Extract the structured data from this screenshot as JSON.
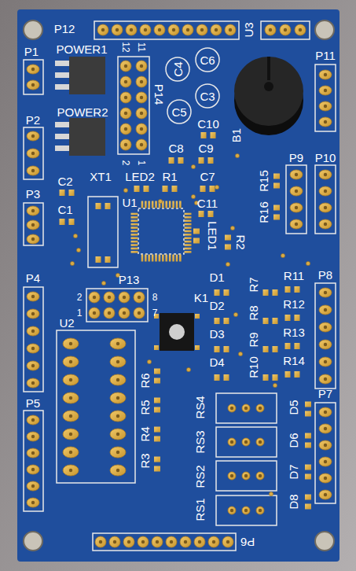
{
  "diagram": {
    "labels": [
      "P12",
      "U3",
      "P1",
      "POWER1",
      "12",
      "11",
      "P14",
      "C4",
      "C6",
      "P11",
      "C3",
      "B1",
      "C5",
      "P2",
      "POWER2",
      "C10",
      "2",
      "1",
      "C8",
      "C9",
      "P9",
      "P10",
      "XT1",
      "LED2",
      "R1",
      "C7",
      "R15",
      "C2",
      "C1",
      "P3",
      "U1",
      "C11",
      "R16",
      "LED1",
      "R2",
      "P4",
      "P13",
      "2",
      "8",
      "1",
      "7",
      "K1",
      "D1",
      "R7",
      "R11",
      "P8",
      "D2",
      "R8",
      "R12",
      "D3",
      "R9",
      "R13",
      "U2",
      "D4",
      "R10",
      "R14",
      "R6",
      "RS4",
      "D5",
      "P7",
      "R5",
      "RS3",
      "D6",
      "R4",
      "RS2",
      "D7",
      "R3",
      "RS1",
      "D8",
      "P5",
      "P6"
    ]
  }
}
